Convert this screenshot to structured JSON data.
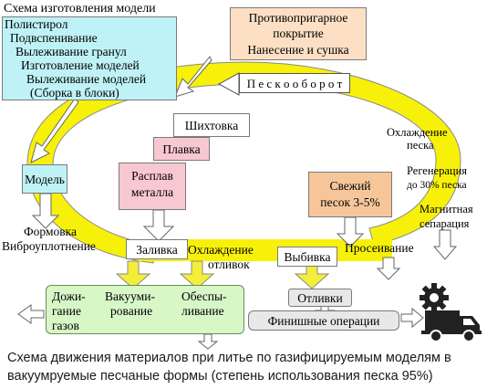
{
  "colors": {
    "loop_yellow": "#f7f10a",
    "arrow_yellow": "#f2ee3a",
    "model_box": "#bff2f7",
    "coating_box": "#fde0c4",
    "melt_box": "#f7c7d2",
    "sand_box": "#f6c69a",
    "vacuum_box": "#d7f7c7",
    "castings_box": "#e8e8e8",
    "truck": "#222222"
  },
  "icons": [
    "gear-icon",
    "truck-icon"
  ],
  "top_left": {
    "title": "Схема изготовления модели",
    "steps": [
      "Полистирол",
      "Подвспенивание",
      "Вылеживание гранул",
      "Изготовление моделей",
      "Вылеживание моделей",
      "(Сборка в блоки)"
    ]
  },
  "coating": {
    "line1": "Противопригарное",
    "line2": "покрытие",
    "line3": "Нанесение и сушка"
  },
  "sand_circulation": "П е с к о о б о р о т",
  "sand_cooling": {
    "line1": "Охлаждение",
    "line2": "песка"
  },
  "regeneration": {
    "line1": "Регенерация",
    "line2": "до 30% песка"
  },
  "magnetic": {
    "line1": "Магнитная",
    "line2": "сепарация"
  },
  "charge": "Шихтовка",
  "melting": "Плавка",
  "melt": {
    "line1": "Расплав",
    "line2": "металла"
  },
  "model": "Модель",
  "fresh_sand": {
    "line1": "Свежий",
    "line2": "песок 3-5%"
  },
  "molding": {
    "line1": "Формовка",
    "line2": "Виброуплотнение"
  },
  "pouring": "Заливка",
  "casting_cooling": {
    "line1": "Охлаждение",
    "line2": "отливок"
  },
  "knockout": "Выбивка",
  "sieving": "Просеивание",
  "vacuum": {
    "col1": [
      "Дожи-",
      "гание",
      "газов"
    ],
    "col2": [
      "Вакууми-",
      "рование"
    ],
    "col3": [
      "Обеспы-",
      "ливание"
    ]
  },
  "castings": "Отливки",
  "finishing": "Финишные операции",
  "caption": {
    "line1": "Схема движения материалов при литье по газифицируемым моделям в",
    "line2": "вакуумруемые песчаные формы (степень использования песка 95%)"
  }
}
